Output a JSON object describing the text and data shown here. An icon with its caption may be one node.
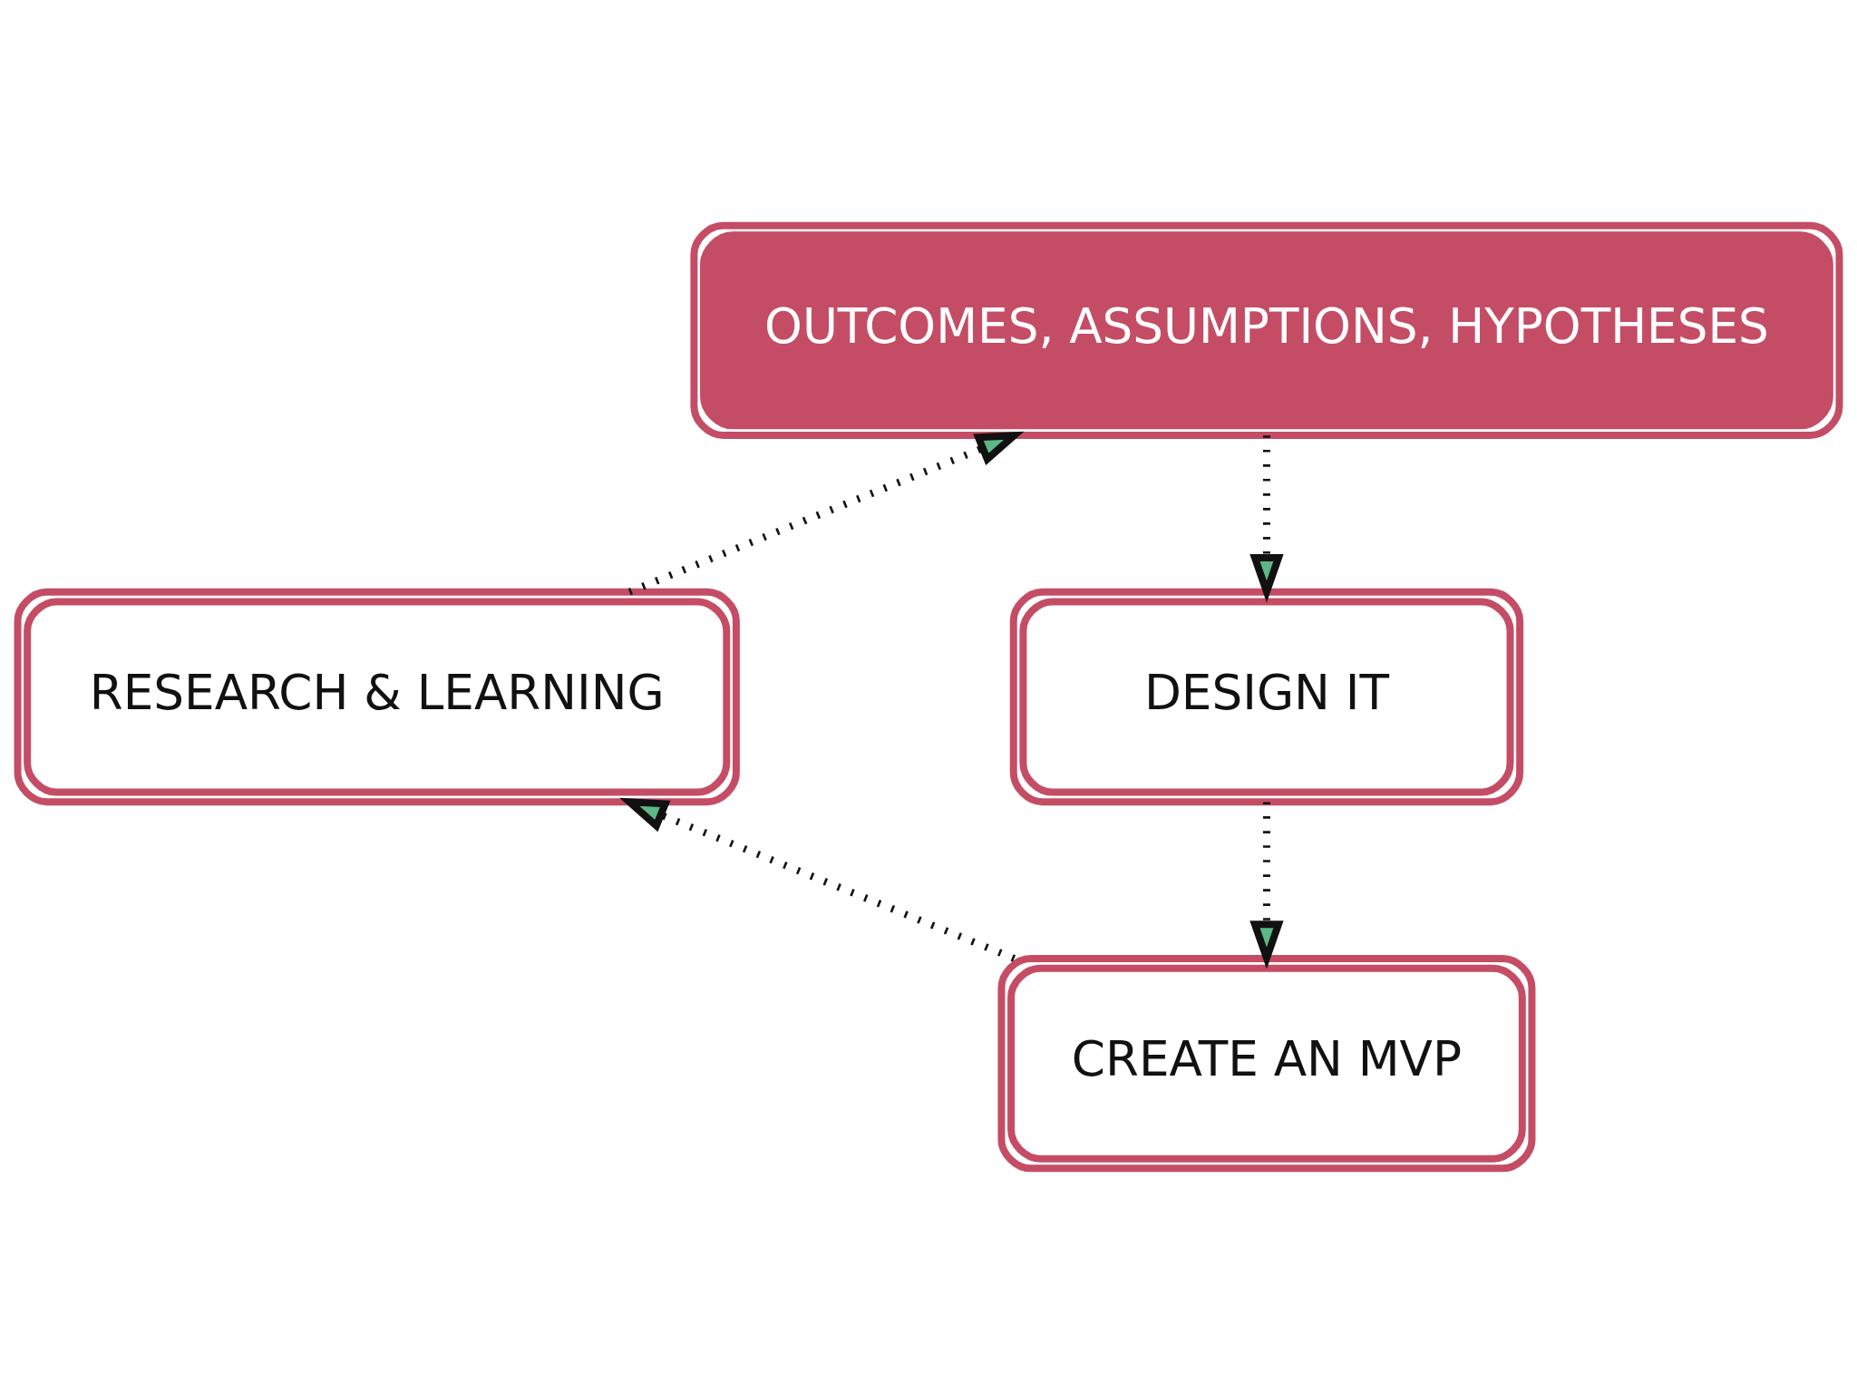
{
  "diagram": {
    "nodes": [
      {
        "text": [
          "OUTCOMES, ASSUMPTIONS, HYPOTHESES"
        ]
      },
      {
        "text": [
          "DESIGN IT"
        ]
      },
      {
        "text": [
          "CREATE AN MVP"
        ]
      },
      {
        "text": [
          "RESEARCH & LEARNING"
        ]
      }
    ],
    "edges": [
      {
        "from": 0,
        "to": 1,
        "arrow": "to",
        "style": "dashed"
      },
      {
        "from": 1,
        "to": 2,
        "arrow": "to",
        "style": "dashed"
      },
      {
        "from": 2,
        "to": 3,
        "arrow": "to",
        "style": "dashed"
      },
      {
        "from": 3,
        "to": 0,
        "arrow": "to",
        "style": "dashed"
      }
    ]
  }
}
